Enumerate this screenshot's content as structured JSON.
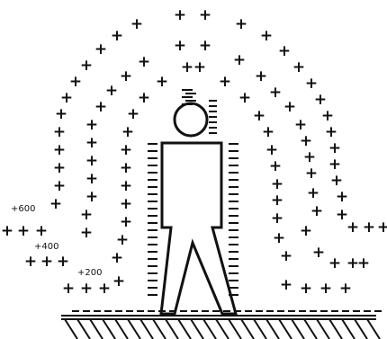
{
  "labels": {
    "l600": "+600",
    "l400": "+400",
    "l200": "+200"
  },
  "colors": {
    "ink": "#111111",
    "background": "#ffffff"
  },
  "icons": {
    "person": "person-figure-icon",
    "ground": "hatched-ground-icon"
  }
}
